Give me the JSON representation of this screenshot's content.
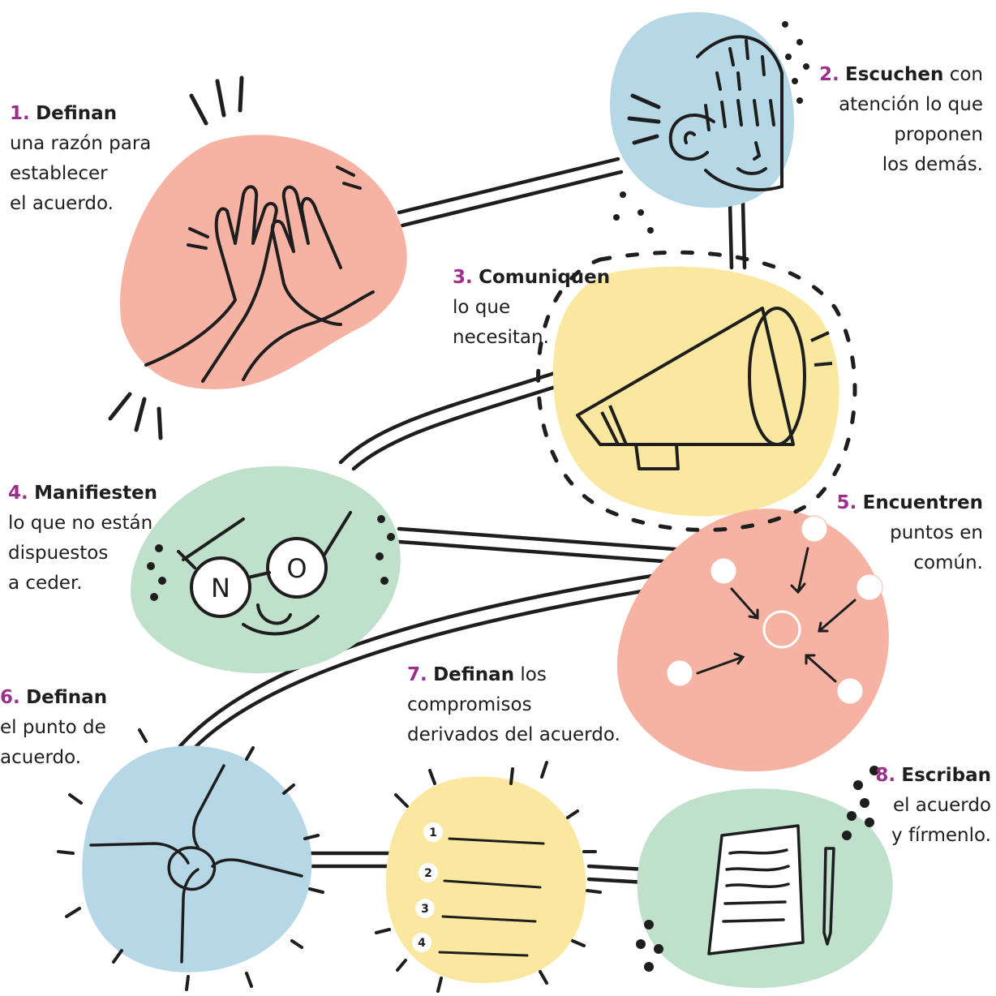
{
  "colors": {
    "ink": "#1e1e1e",
    "number": "#9b2f8c",
    "salmon": "#f6b3a4",
    "blue": "#b6d8e6",
    "yellow": "#fbe8a0",
    "green": "#bfe0cb"
  },
  "steps": [
    {
      "number": "1.",
      "verb": "Definan",
      "rest": "",
      "lines": [
        "una razón para",
        "establecer",
        "el acuerdo."
      ],
      "color": "salmon",
      "icon": "high-five-hands-icon"
    },
    {
      "number": "2.",
      "verb": "Escuchen",
      "rest": "con",
      "lines": [
        "atención lo que",
        "proponen",
        "los demás."
      ],
      "color": "blue",
      "icon": "listening-ear-face-icon"
    },
    {
      "number": "3.",
      "verb": "Comuniquen",
      "rest": "",
      "lines": [
        "lo que",
        "necesitan."
      ],
      "color": "yellow",
      "icon": "megaphone-icon"
    },
    {
      "number": "4.",
      "verb": "Manifiesten",
      "rest": "",
      "lines": [
        "lo que no están",
        "dispuestos",
        "a ceder."
      ],
      "color": "green",
      "icon": "no-glasses-face-icon",
      "icon_text": [
        "N",
        "O"
      ]
    },
    {
      "number": "5.",
      "verb": "Encuentren",
      "rest": "",
      "lines": [
        "puntos en",
        "común."
      ],
      "color": "salmon",
      "icon": "converging-faces-icon"
    },
    {
      "number": "6.",
      "verb": "Definan",
      "rest": "",
      "lines": [
        "el punto de",
        "acuerdo."
      ],
      "color": "blue",
      "icon": "stacked-hands-icon"
    },
    {
      "number": "7.",
      "verb": "Definan",
      "rest": "los",
      "lines": [
        "compromisos",
        "derivados del acuerdo."
      ],
      "color": "yellow",
      "icon": "numbered-list-icon",
      "icon_text": [
        "1",
        "2",
        "3",
        "4"
      ]
    },
    {
      "number": "8.",
      "verb": "Escriban",
      "rest": "",
      "lines": [
        "el acuerdo",
        "y fírmenlo."
      ],
      "color": "green",
      "icon": "signed-document-icon"
    }
  ]
}
